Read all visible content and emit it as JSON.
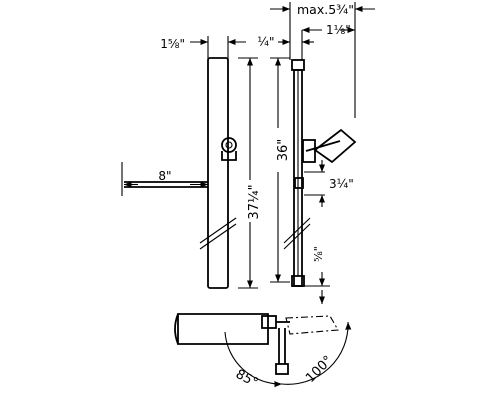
{
  "drawing": {
    "labels": {
      "handshower_width": "1⅝\"",
      "rail_offset": "¼\"",
      "max_projection": "max.5¾\"",
      "bracket_offset": "1⅛\"",
      "shelf_depth": "8\"",
      "total_height": "37¼\"",
      "rail_height": "36\"",
      "rail_projection": "3¼\"",
      "rail_end": "⅝\"",
      "angle_left": "85°",
      "angle_right": "100°"
    }
  }
}
